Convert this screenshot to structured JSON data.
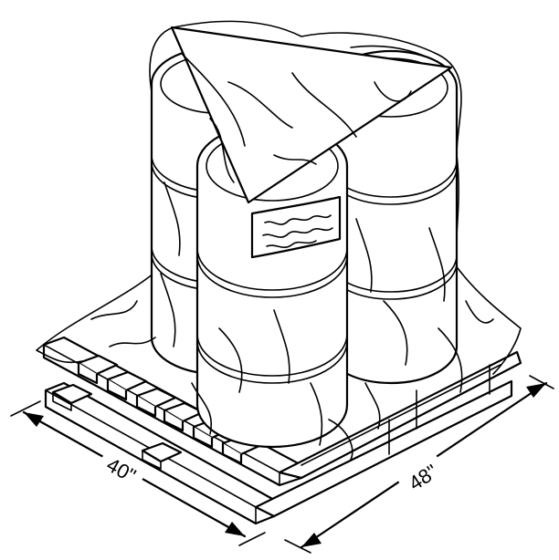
{
  "dimensions": {
    "width_label": "40\"",
    "depth_label": "48\""
  },
  "drum_label": "",
  "colors": {
    "line": "#000000",
    "background": "#ffffff"
  },
  "icons": [
    "drum-pallet-illustration",
    "dimension-arrow"
  ]
}
